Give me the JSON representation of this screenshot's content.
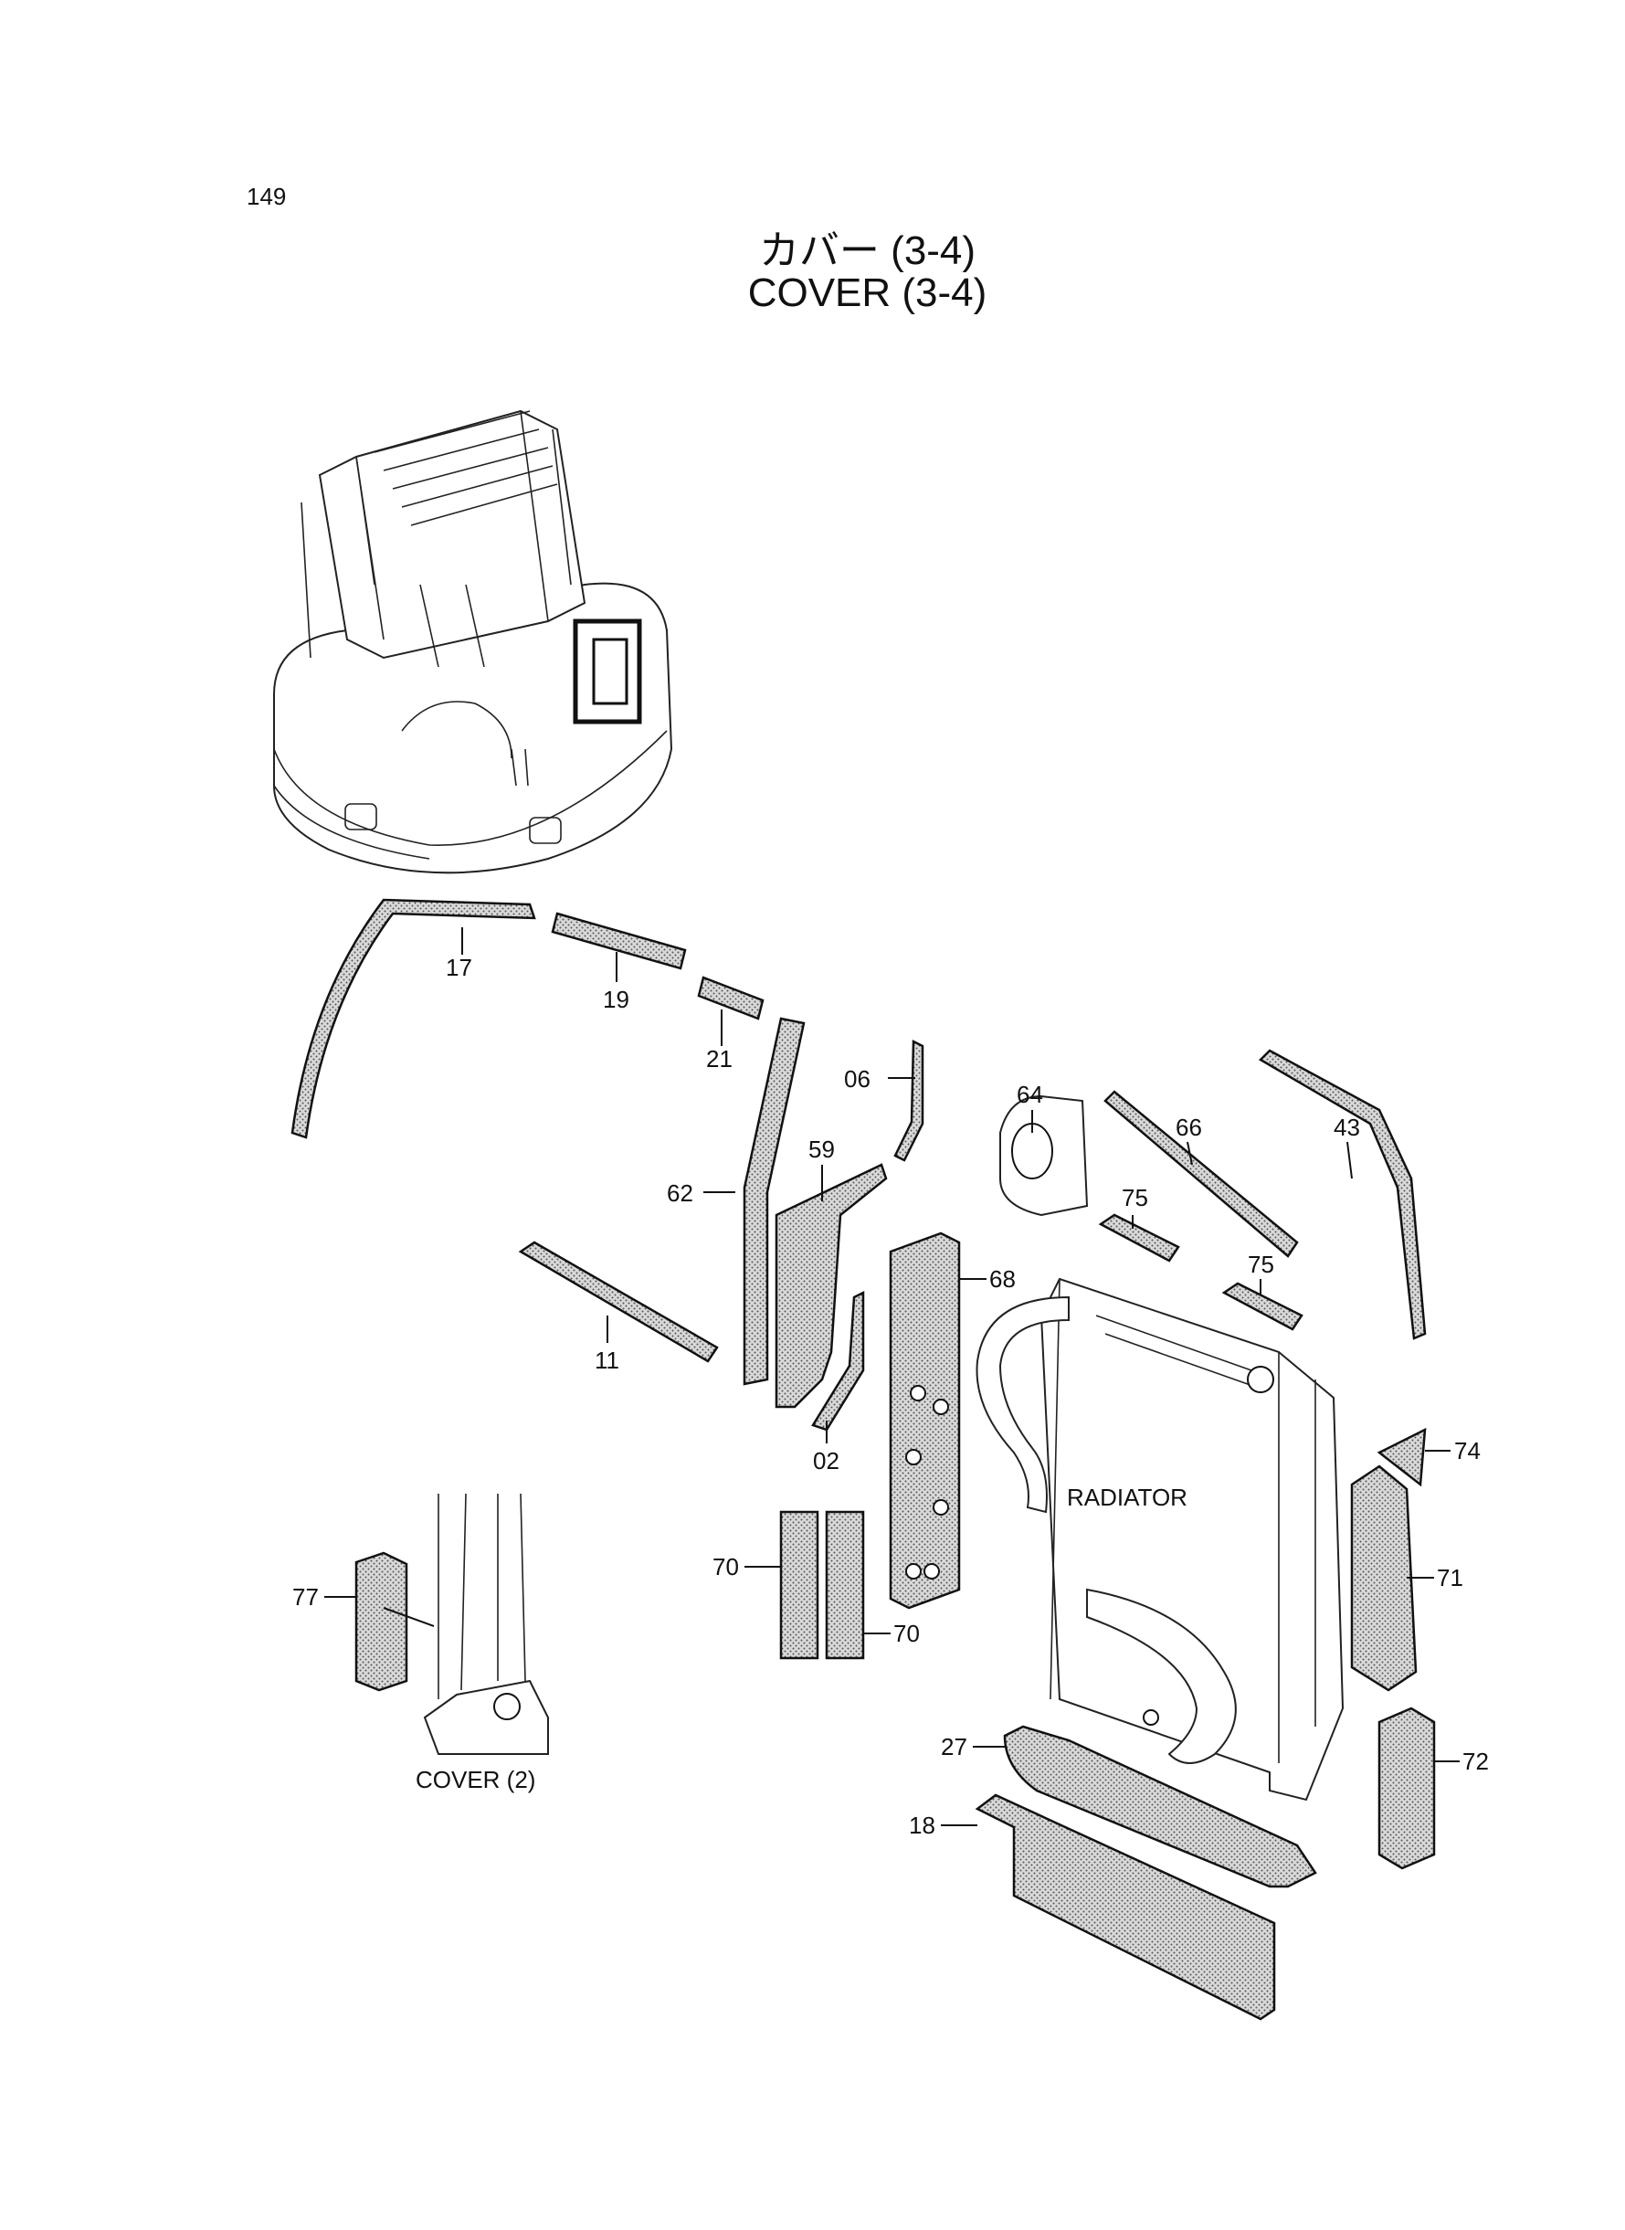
{
  "page_number": "149",
  "title_jp": "カバー (3-4)",
  "title_en": "COVER (3-4)",
  "labels": {
    "radiator": "RADIATOR",
    "cover_ref": "COVER (2)"
  },
  "callouts": [
    "17",
    "19",
    "21",
    "06",
    "64",
    "66",
    "43",
    "59",
    "62",
    "75",
    "75",
    "68",
    "11",
    "02",
    "74",
    "70",
    "70",
    "77",
    "71",
    "27",
    "72",
    "18"
  ],
  "colors": {
    "line": "#111111",
    "hatch": "#555555",
    "background": "#ffffff"
  }
}
